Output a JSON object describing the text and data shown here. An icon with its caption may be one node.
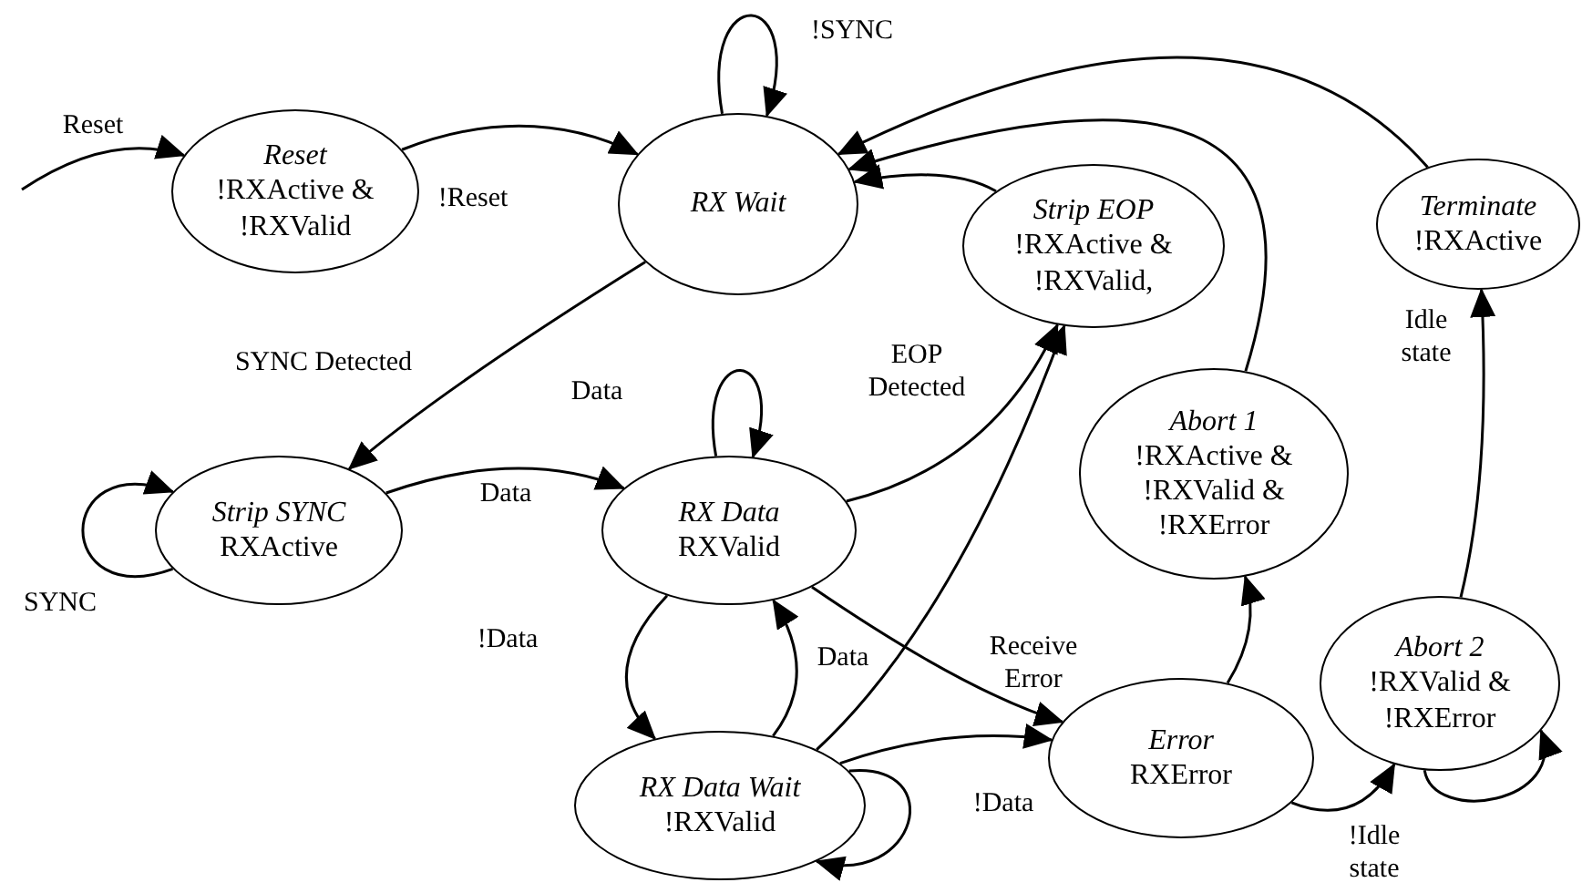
{
  "diagram": {
    "nodes": [
      {
        "text": [
          "Reset",
          "!RXActive & !RXValid"
        ]
      },
      {
        "text": [
          "RX Wait"
        ]
      },
      {
        "text": [
          "Strip EOP",
          "!RXActive & !RXValid,"
        ]
      },
      {
        "text": [
          "Terminate",
          "!RXActive"
        ]
      },
      {
        "text": [
          "Strip SYNC",
          "RXActive"
        ]
      },
      {
        "text": [
          "RX Data",
          "RXValid"
        ]
      },
      {
        "text": [
          "Abort 1",
          "!RXActive & !RXValid & !RXError"
        ]
      },
      {
        "text": [
          "Error",
          "RXError"
        ]
      },
      {
        "text": [
          "Abort 2",
          "!RXValid & !RXError"
        ]
      },
      {
        "text": [
          "RX Data Wait",
          "!RXValid"
        ]
      }
    ],
    "edges": [
      {
        "from": null,
        "to": 0,
        "arrow": "to",
        "label": "Reset"
      },
      {
        "from": 0,
        "to": 1,
        "arrow": "to",
        "label": "!Reset"
      },
      {
        "from": 1,
        "to": 1,
        "arrow": "to",
        "label": "!SYNC"
      },
      {
        "from": 1,
        "to": 4,
        "arrow": "to",
        "label": "SYNC Detected"
      },
      {
        "from": 4,
        "to": 4,
        "arrow": "to",
        "label": "SYNC"
      },
      {
        "from": 4,
        "to": 5,
        "arrow": "to",
        "label": "Data"
      },
      {
        "from": 5,
        "to": 5,
        "arrow": "to",
        "label": "Data"
      },
      {
        "from": 5,
        "to": 2,
        "arrow": "to",
        "label": "EOP Detected"
      },
      {
        "from": 9,
        "to": 2,
        "arrow": "to"
      },
      {
        "from": 5,
        "to": 9,
        "arrow": "to",
        "label": "!Data"
      },
      {
        "from": 9,
        "to": 5,
        "arrow": "to",
        "label": "Data"
      },
      {
        "from": 9,
        "to": 9,
        "arrow": "to",
        "label": "!Data"
      },
      {
        "from": 5,
        "to": 7,
        "arrow": "to",
        "label": "Receive Error"
      },
      {
        "from": 9,
        "to": 7,
        "arrow": "to"
      },
      {
        "from": 7,
        "to": 6,
        "arrow": "to"
      },
      {
        "from": 7,
        "to": 8,
        "arrow": "to"
      },
      {
        "from": 8,
        "to": 8,
        "arrow": "to",
        "label": "!Idle state"
      },
      {
        "from": 8,
        "to": 3,
        "arrow": "to",
        "label": "Idle state"
      },
      {
        "from": 3,
        "to": 1,
        "arrow": "to"
      },
      {
        "from": 6,
        "to": 1,
        "arrow": "to"
      },
      {
        "from": 2,
        "to": 1,
        "arrow": "to"
      }
    ]
  }
}
